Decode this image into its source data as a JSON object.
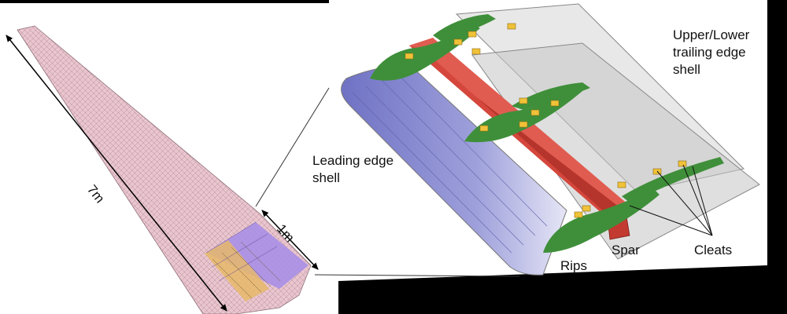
{
  "labels": {
    "length": "7m",
    "width": "1m",
    "leading_edge_shell": "Leading edge\nshell",
    "trailing_edge_shell": "Upper/Lower\ntrailing edge\nshell",
    "rips": "Rips",
    "spar": "Spar",
    "cleats": "Cleats"
  },
  "colors": {
    "blade_mesh": "#e9c6cf",
    "section_purple": "#a98fe6",
    "section_orange": "#e7b86a",
    "leading_edge_shell": "#8d8fd1",
    "spar": "#d5473c",
    "rips": "#3f8f3a",
    "cleats": "#f0c239",
    "trailing_edge_shell": "#d6d6d6",
    "black_band": "#000000"
  },
  "icons": [
    "blade-mesh-figure",
    "exploded-section-figure"
  ]
}
